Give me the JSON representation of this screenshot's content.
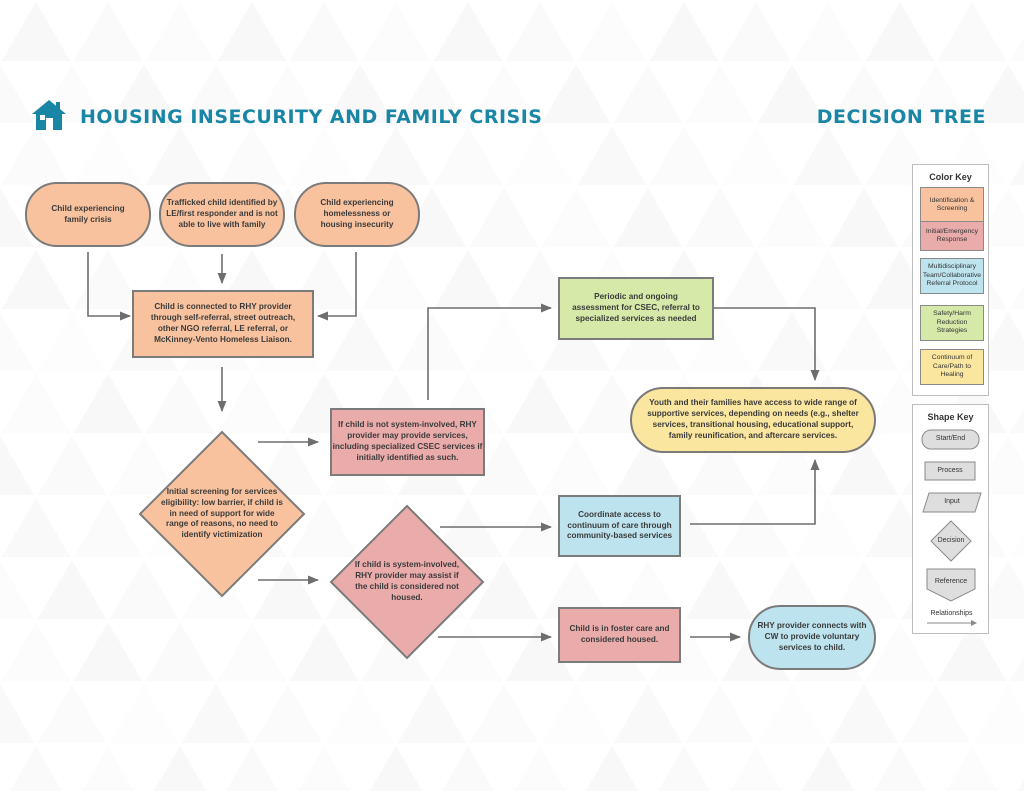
{
  "header": {
    "title": "HOUSING INSECURITY AND FAMILY CRISIS",
    "subtitle": "DECISION TREE",
    "icon": "house-icon"
  },
  "colors": {
    "identification": "#f8c29e",
    "initial_emergency": "#eaabab",
    "multidisciplinary": "#bde3ee",
    "safety": "#d6e9a9",
    "continuum": "#fbe6a0",
    "accent": "#1a86a6"
  },
  "nodes": {
    "start_family_crisis": "Child experiencing\nfamily crisis",
    "start_trafficked": "Trafficked child identified by\nLE/first responder and is not\nable to live with family",
    "start_homelessness": "Child experiencing\nhomelessness or\nhousing insecurity",
    "connected_rhy": "Child is connected to RHY provider\nthrough self-referral, street outreach,\nother NGO referral, LE referral, or\nMcKinney-Vento Homeless Liaison.",
    "initial_screening": "Initial screening for services\neligibility: low barrier, if child is\nin need of support for wide\nrange of reasons, no need to\nidentify victimization",
    "not_system_involved": "If child is not system-involved, RHY\nprovider may provide services,\nincluding specialized CSEC services if\ninitially identified as such.",
    "system_involved": "If child is system-involved,\nRHY provider may assist if\nthe child is considered not\nhoused.",
    "periodic_assessment": "Periodic and ongoing\nassessment for CSEC, referral to\nspecialized services as needed",
    "coordinate_access": "Coordinate access to\ncontinuum of care through\ncommunity-based services",
    "foster_care": "Child is in foster care and\nconsidered housed.",
    "youth_access": "Youth and their families have access to wide range of\nsupportive services, depending on needs (e.g., shelter\nservices, transitional housing, educational support,\nfamily reunification, and aftercare services.",
    "rhy_cw": "RHY provider connects with\nCW to provide voluntary\nservices to child."
  },
  "color_key": {
    "title": "Color Key",
    "items": [
      {
        "label": "Identification &\nScreening",
        "color": "#f8c29e"
      },
      {
        "label": "Initial/Emergency\nResponse",
        "color": "#eaabab"
      },
      {
        "label": "Multidisciplinary\nTeam/Collaborative\nReferral Protocol",
        "color": "#bde3ee"
      },
      {
        "label": "Safety/Harm\nReduction\nStrategies",
        "color": "#d6e9a9"
      },
      {
        "label": "Continuum of\nCare/Path to\nHealing",
        "color": "#fbe6a0"
      }
    ]
  },
  "shape_key": {
    "title": "Shape Key",
    "items": [
      "Start/End",
      "Process",
      "Input",
      "Decision",
      "Reference",
      "Relationships"
    ]
  }
}
